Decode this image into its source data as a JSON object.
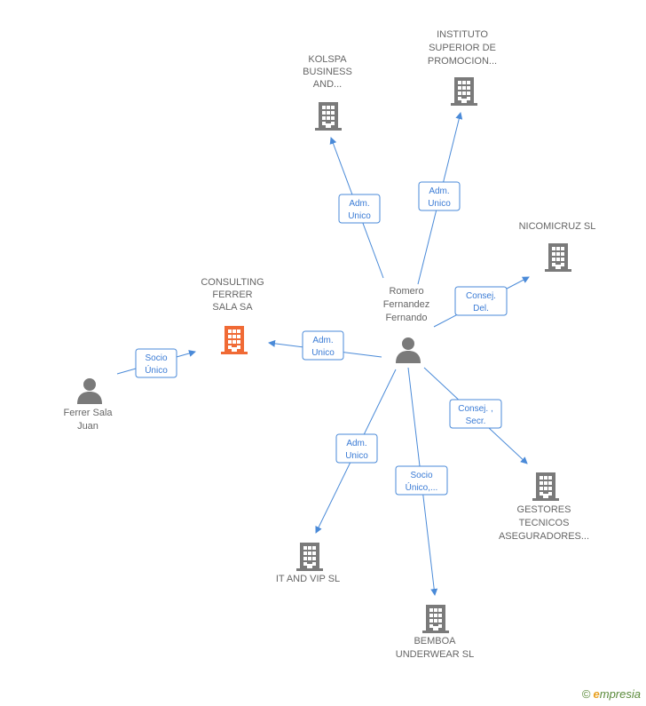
{
  "colors": {
    "accent": "#4a8ad8",
    "company": "#7a7a7a",
    "company_main": "#f06a35",
    "person": "#7a7a7a",
    "text": "#666666"
  },
  "nodes": [
    {
      "id": "romero",
      "kind": "person",
      "icon": "person-icon",
      "lines": [
        "Romero",
        "Fernandez",
        "Fernando"
      ]
    },
    {
      "id": "ferrer",
      "kind": "person",
      "icon": "person-icon",
      "lines": [
        "Ferrer Sala",
        "Juan"
      ]
    },
    {
      "id": "consulting",
      "kind": "company_main",
      "icon": "building-icon",
      "lines": [
        "CONSULTING",
        "FERRER",
        "SALA SA"
      ]
    },
    {
      "id": "kolspa",
      "kind": "company",
      "icon": "building-icon",
      "lines": [
        "KOLSPA",
        "BUSINESS",
        "AND..."
      ]
    },
    {
      "id": "instituto",
      "kind": "company",
      "icon": "building-icon",
      "lines": [
        "INSTITUTO",
        "SUPERIOR DE",
        "PROMOCION..."
      ]
    },
    {
      "id": "nicomicruz",
      "kind": "company",
      "icon": "building-icon",
      "lines": [
        "NICOMICRUZ SL"
      ]
    },
    {
      "id": "gestores",
      "kind": "company",
      "icon": "building-icon",
      "lines": [
        "GESTORES",
        "TECNICOS",
        "ASEGURADORES..."
      ]
    },
    {
      "id": "itandvip",
      "kind": "company",
      "icon": "building-icon",
      "lines": [
        "IT AND VIP SL"
      ]
    },
    {
      "id": "bemboa",
      "kind": "company",
      "icon": "building-icon",
      "lines": [
        "BEMBOA",
        "UNDERWEAR SL"
      ]
    }
  ],
  "edges": [
    {
      "from": "romero",
      "to": "kolspa",
      "lines": [
        "Adm.",
        "Unico"
      ]
    },
    {
      "from": "romero",
      "to": "instituto",
      "lines": [
        "Adm.",
        "Unico"
      ]
    },
    {
      "from": "romero",
      "to": "nicomicruz",
      "lines": [
        "Consej.",
        "Del."
      ]
    },
    {
      "from": "romero",
      "to": "consulting",
      "lines": [
        "Adm.",
        "Unico"
      ]
    },
    {
      "from": "ferrer",
      "to": "consulting",
      "lines": [
        "Socio",
        "Único"
      ]
    },
    {
      "from": "romero",
      "to": "gestores",
      "lines": [
        "Consej. ,",
        "Secr."
      ]
    },
    {
      "from": "romero",
      "to": "itandvip",
      "lines": [
        "Adm.",
        "Unico"
      ]
    },
    {
      "from": "romero",
      "to": "bemboa",
      "lines": [
        "Socio",
        "Único,..."
      ]
    }
  ],
  "footer": {
    "copyright_symbol": "©",
    "brand_initial": "e",
    "brand_rest": "mpresia"
  }
}
